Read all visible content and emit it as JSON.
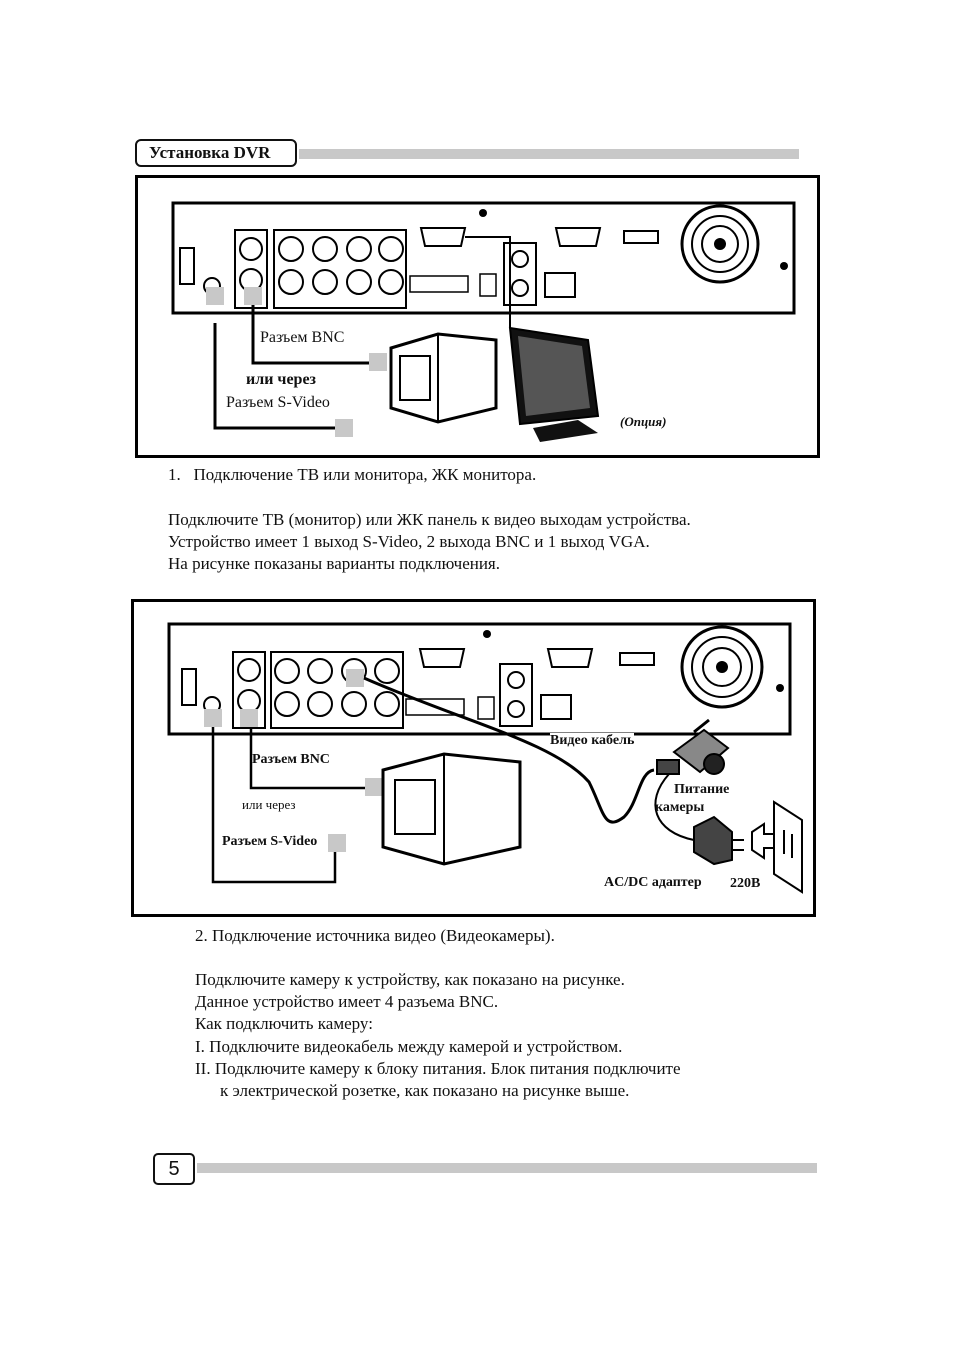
{
  "header": {
    "section_title": "Установка DVR"
  },
  "figure1": {
    "bnc_label": "Разъем BNC",
    "or_via_label": "или через",
    "svideo_label": "Разъем S-Video",
    "option_label": "(Опция)"
  },
  "section1": {
    "heading_number": "1.",
    "heading_text": "Подключение ТВ или монитора, ЖК монитора.",
    "lines": [
      "Подключите ТВ (монитор) или ЖК панель к видео выходам устройства.",
      "Устройство имеет 1 выход S-Video, 2 выхода BNC и 1 выход VGA.",
      "На рисунке показаны варианты подключения."
    ]
  },
  "figure2": {
    "bnc_label": "Разъем BNC",
    "or_via_label": "или через",
    "svideo_label": "Разъем S-Video",
    "video_cable_label": "Видео кабель",
    "camera_power_label_1": "Питание",
    "camera_power_label_2": "камеры",
    "adapter_label": "AC/DC адаптер",
    "voltage_label": "220В"
  },
  "section2": {
    "heading": "2. Подключение источника видео (Видеокамеры).",
    "lines": [
      "Подключите камеру к устройству, как показано на рисунке.",
      "Данное устройство имеет 4 разъема BNC.",
      "Как подключить камеру:",
      "I. Подключите видеокабель между камерой и устройством.",
      "II. Подключите камеру к блоку питания. Блок питания подключите",
      "к электрической розетке, как показано на рисунке выше."
    ]
  },
  "footer": {
    "page_number": "5"
  }
}
